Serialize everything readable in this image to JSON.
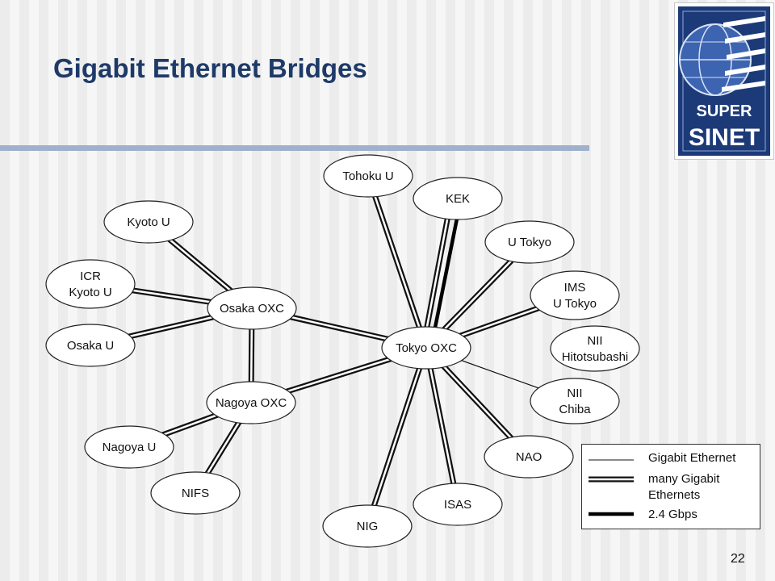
{
  "slide": {
    "title": "Gigabit Ethernet Bridges",
    "page_number": "22"
  },
  "logo": {
    "text_line1": "SUPER",
    "text_line2": "SINET"
  },
  "colors": {
    "title": "#1e3a68",
    "rule": "#9fb1cc",
    "logo_blue": "#1c3a78",
    "link": "#111111"
  },
  "nodes": [
    {
      "id": "tohoku",
      "lines": [
        "Tohoku U"
      ]
    },
    {
      "id": "kek",
      "lines": [
        "KEK"
      ]
    },
    {
      "id": "kyoto",
      "lines": [
        "Kyoto U"
      ]
    },
    {
      "id": "utokyo",
      "lines": [
        "U Tokyo"
      ]
    },
    {
      "id": "icr",
      "lines": [
        "ICR",
        "Kyoto U"
      ]
    },
    {
      "id": "ims",
      "lines": [
        "IMS",
        "U Tokyo"
      ]
    },
    {
      "id": "osaka_oxc",
      "lines": [
        "Osaka OXC"
      ]
    },
    {
      "id": "osaka_u",
      "lines": [
        "Osaka U"
      ]
    },
    {
      "id": "nii_h",
      "lines": [
        "NII",
        "Hitotsubashi"
      ]
    },
    {
      "id": "tokyo_oxc",
      "lines": [
        "Tokyo OXC"
      ]
    },
    {
      "id": "nagoya_oxc",
      "lines": [
        "Nagoya OXC"
      ]
    },
    {
      "id": "nii_c",
      "lines": [
        "NII",
        "Chiba"
      ]
    },
    {
      "id": "nagoya_u",
      "lines": [
        "Nagoya U"
      ]
    },
    {
      "id": "nao",
      "lines": [
        "NAO"
      ]
    },
    {
      "id": "nifs",
      "lines": [
        "NIFS"
      ]
    },
    {
      "id": "isas",
      "lines": [
        "ISAS"
      ]
    },
    {
      "id": "nig",
      "lines": [
        "NIG"
      ]
    }
  ],
  "links": [
    {
      "from": "tokyo_oxc",
      "to": "tohoku",
      "kind": "many"
    },
    {
      "from": "tokyo_oxc",
      "to": "kek",
      "kind": "many"
    },
    {
      "from": "tokyo_oxc",
      "to": "kek",
      "kind": "fast"
    },
    {
      "from": "tokyo_oxc",
      "to": "utokyo",
      "kind": "many"
    },
    {
      "from": "tokyo_oxc",
      "to": "ims",
      "kind": "many"
    },
    {
      "from": "tokyo_oxc",
      "to": "nii_c",
      "kind": "single"
    },
    {
      "from": "tokyo_oxc",
      "to": "nao",
      "kind": "many"
    },
    {
      "from": "tokyo_oxc",
      "to": "isas",
      "kind": "many"
    },
    {
      "from": "tokyo_oxc",
      "to": "nig",
      "kind": "many"
    },
    {
      "from": "tokyo_oxc",
      "to": "osaka_oxc",
      "kind": "many"
    },
    {
      "from": "tokyo_oxc",
      "to": "nagoya_oxc",
      "kind": "many"
    },
    {
      "from": "osaka_oxc",
      "to": "kyoto",
      "kind": "many"
    },
    {
      "from": "osaka_oxc",
      "to": "icr",
      "kind": "many"
    },
    {
      "from": "osaka_oxc",
      "to": "osaka_u",
      "kind": "many"
    },
    {
      "from": "osaka_oxc",
      "to": "nagoya_oxc",
      "kind": "many"
    },
    {
      "from": "nagoya_oxc",
      "to": "nagoya_u",
      "kind": "many"
    },
    {
      "from": "nagoya_oxc",
      "to": "nifs",
      "kind": "many"
    }
  ],
  "legend": {
    "items": [
      {
        "kind": "single",
        "lines": [
          "Gigabit Ethernet"
        ]
      },
      {
        "kind": "many",
        "lines": [
          "many Gigabit",
          "Ethernets"
        ]
      },
      {
        "kind": "fast",
        "lines": [
          "2.4 Gbps"
        ]
      }
    ]
  }
}
